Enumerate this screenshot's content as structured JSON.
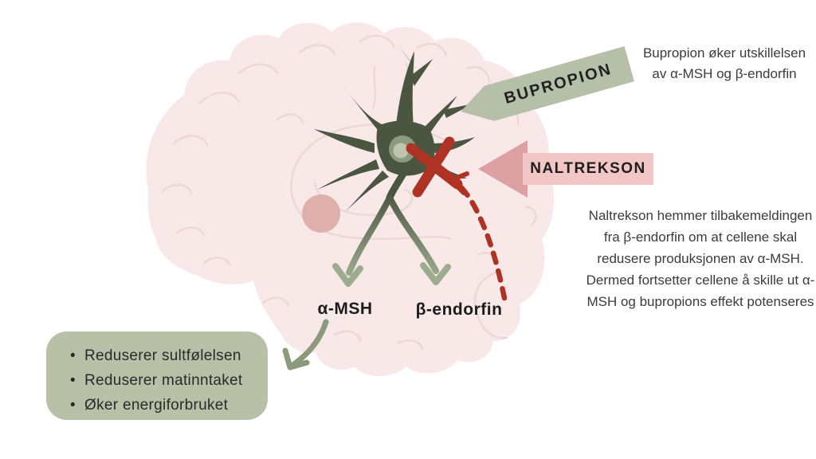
{
  "diagram": {
    "title_context": "Bupropion–Naltrekson virkningsmekanisme i hjernen",
    "banners": {
      "bupropion": "BUPROPION",
      "naltrekson": "NALTREKSON"
    },
    "notes": {
      "bupropion": "Bupropion øker utskillelsen\nav α-MSH og β-endorfin",
      "naltrekson": "Naltrekson hemmer tilbakemeldingen\nfra β-endorfin om at cellene skal\nredusere produksjonen av α-MSH.\nDermed fortsetter cellene å skille ut α-\nMSH og bupropions effekt potenseres"
    },
    "hormone_labels": {
      "alpha": "α-MSH",
      "beta": "β-endorfin"
    },
    "effects_box": {
      "bullet": "•",
      "items": [
        "Reduserer sultfølelsen",
        "Reduserer matinntaket",
        "Øker energiforbruket"
      ]
    },
    "icons": [
      "brain-illustration",
      "neuron-illustration",
      "inhibition-x-icon",
      "feedback-dashed-arrow-icon",
      "axon-arrow-icons",
      "effect-arrow-icon"
    ],
    "colors": {
      "sage_banner": "#b6bfa8",
      "sage_box": "#b8c0a7",
      "pink_banner_light": "#f2c6c7",
      "pink_banner_dark": "#dc9fa2",
      "brain_fill": "#f8e8e8",
      "brain_lines": "#eed6d6",
      "brain_nucleus_spot": "#dfb0ab",
      "neuron_green": "#4a5640",
      "nucleus_outer": "#8c9a80",
      "nucleus_inner": "#bdc5ae",
      "arrow_sage": "#8b9a7d",
      "inhibition_red": "#ae3325",
      "text_dark": "#212121",
      "text_body": "#3b3b3b"
    }
  }
}
